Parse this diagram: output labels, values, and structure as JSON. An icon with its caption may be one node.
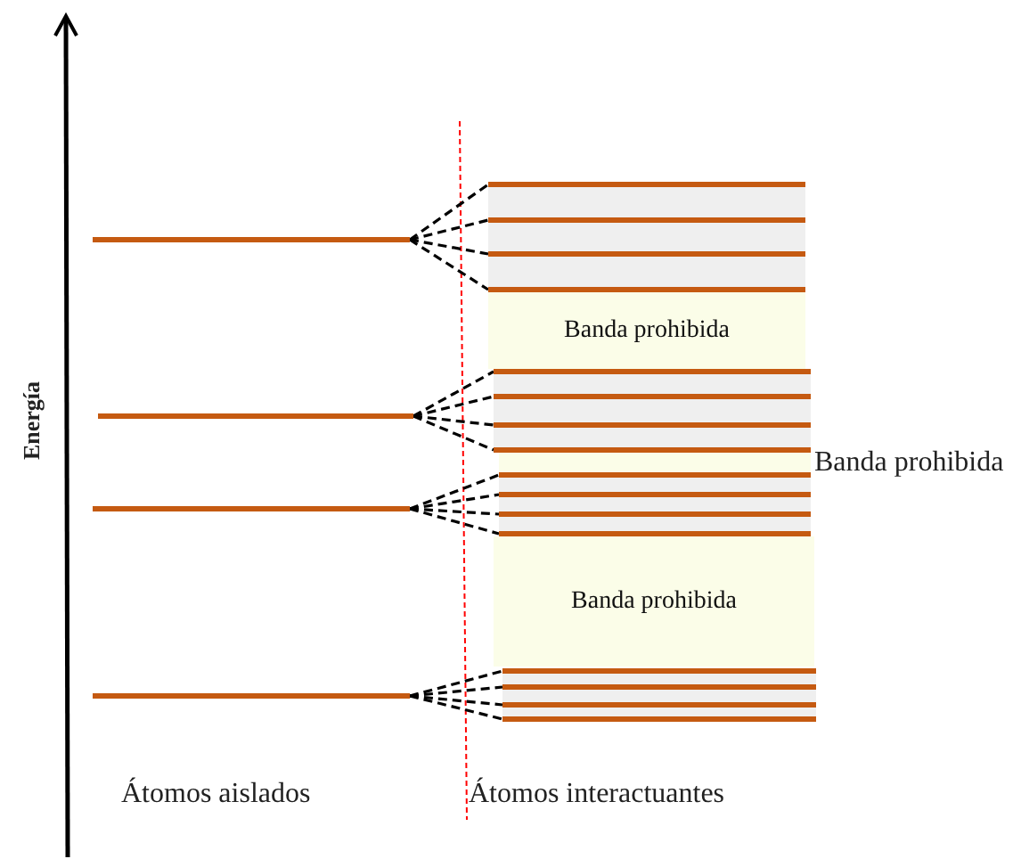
{
  "diagram": {
    "nodes": [
      {
        "text": [],
        "shape": "bar"
      },
      {
        "text": [],
        "shape": "bar"
      },
      {
        "text": [],
        "shape": "bar"
      },
      {
        "text": [],
        "shape": "bar"
      },
      {
        "text": [],
        "shape": "bar"
      },
      {
        "text": [],
        "shape": "bar"
      },
      {
        "text": [],
        "shape": "bar"
      },
      {
        "text": [],
        "shape": "bar"
      },
      {
        "text": [
          "Banda prohibida"
        ]
      },
      {
        "text": [],
        "shape": "bar"
      },
      {
        "text": [],
        "shape": "bar"
      },
      {
        "text": [],
        "shape": "bar"
      },
      {
        "text": [],
        "shape": "bar"
      },
      {
        "text": [],
        "shape": "box",
        "beside": [
          "Banda prohibida"
        ]
      },
      {
        "text": [],
        "shape": "bar"
      },
      {
        "text": [],
        "shape": "bar"
      },
      {
        "text": [],
        "shape": "bar"
      },
      {
        "text": [],
        "shape": "bar"
      },
      {
        "text": [
          "Banda prohibida"
        ]
      },
      {
        "text": [],
        "shape": "bar"
      },
      {
        "text": [],
        "shape": "bar"
      },
      {
        "text": [],
        "shape": "bar"
      },
      {
        "text": [],
        "shape": "bar"
      }
    ],
    "edges": [
      {
        "from": 0,
        "to": 4,
        "arrow": "none",
        "style": "dashed"
      },
      {
        "from": 0,
        "to": 5,
        "arrow": "none",
        "style": "dashed"
      },
      {
        "from": 0,
        "to": 6,
        "arrow": "none",
        "style": "dashed"
      },
      {
        "from": 0,
        "to": 7,
        "arrow": "none",
        "style": "dashed"
      },
      {
        "from": 1,
        "to": 9,
        "arrow": "none",
        "style": "dashed"
      },
      {
        "from": 1,
        "to": 10,
        "arrow": "none",
        "style": "dashed"
      },
      {
        "from": 1,
        "to": 11,
        "arrow": "none",
        "style": "dashed"
      },
      {
        "from": 1,
        "to": 12,
        "arrow": "none",
        "style": "dashed"
      },
      {
        "from": 2,
        "to": 14,
        "arrow": "none",
        "style": "dashed"
      },
      {
        "from": 2,
        "to": 15,
        "arrow": "none",
        "style": "dashed"
      },
      {
        "from": 2,
        "to": 16,
        "arrow": "none",
        "style": "dashed"
      },
      {
        "from": 2,
        "to": 17,
        "arrow": "none",
        "style": "dashed"
      },
      {
        "from": 3,
        "to": 19,
        "arrow": "none",
        "style": "dashed"
      },
      {
        "from": 3,
        "to": 20,
        "arrow": "none",
        "style": "dashed"
      },
      {
        "from": 3,
        "to": 21,
        "arrow": "none",
        "style": "dashed"
      },
      {
        "from": 3,
        "to": 22,
        "arrow": "none",
        "style": "dashed"
      }
    ],
    "labels": [
      "Energía",
      "Átomos aislados",
      "Átomos interactuantes"
    ]
  }
}
